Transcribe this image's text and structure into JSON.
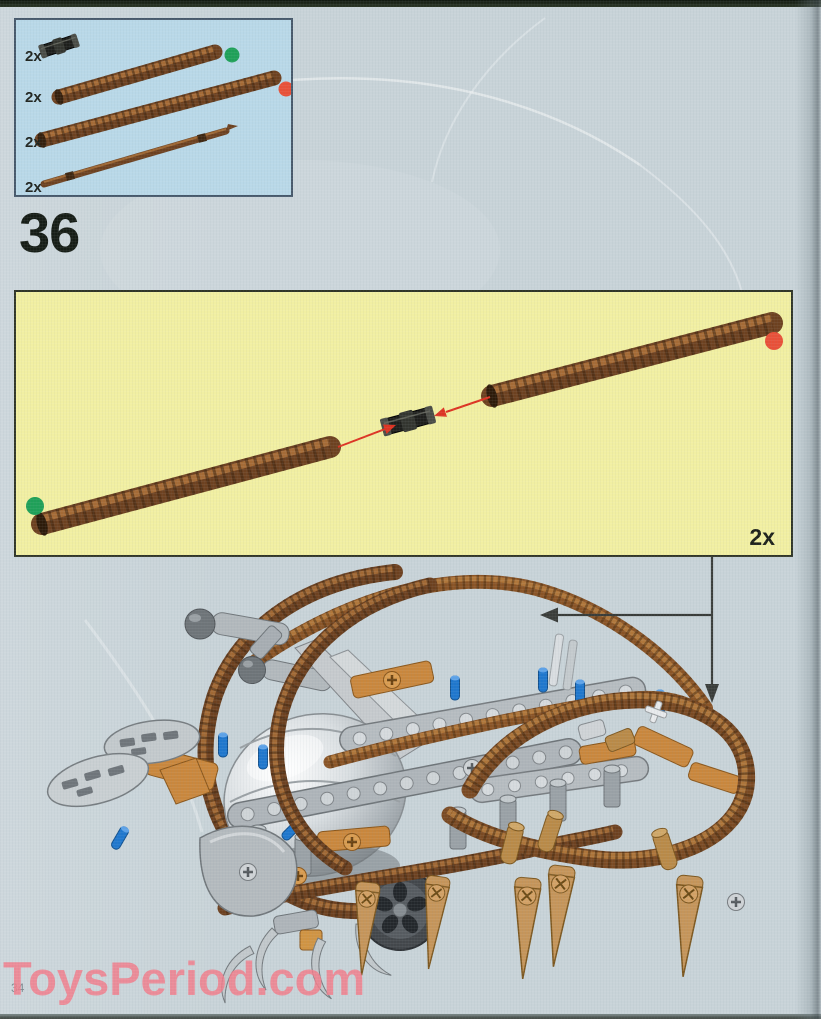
{
  "page": {
    "step_number": "36",
    "page_number": "34",
    "watermark": "ToysPeriod.com"
  },
  "parts_callout": {
    "items": [
      {
        "qty": "2x",
        "part": "axle-hose-connector"
      },
      {
        "qty": "2x",
        "part": "ribbed-hose-green-marked"
      },
      {
        "qty": "2x",
        "part": "ribbed-hose-red-marked"
      },
      {
        "qty": "2x",
        "part": "flexible-axle"
      }
    ]
  },
  "panel": {
    "qty": "2x",
    "shows": "join two ribbed hoses with connector"
  },
  "colors": {
    "page_bg": "#c8d3d8",
    "parts_box_bg": "#b9d8e8",
    "panel_bg": "#f1efa2",
    "marker_green": "#1fa058",
    "marker_red": "#e85038",
    "arrow_red": "#dd3322",
    "hose_brown": "#6d4120",
    "watermark_pink": "#f17e8c"
  }
}
